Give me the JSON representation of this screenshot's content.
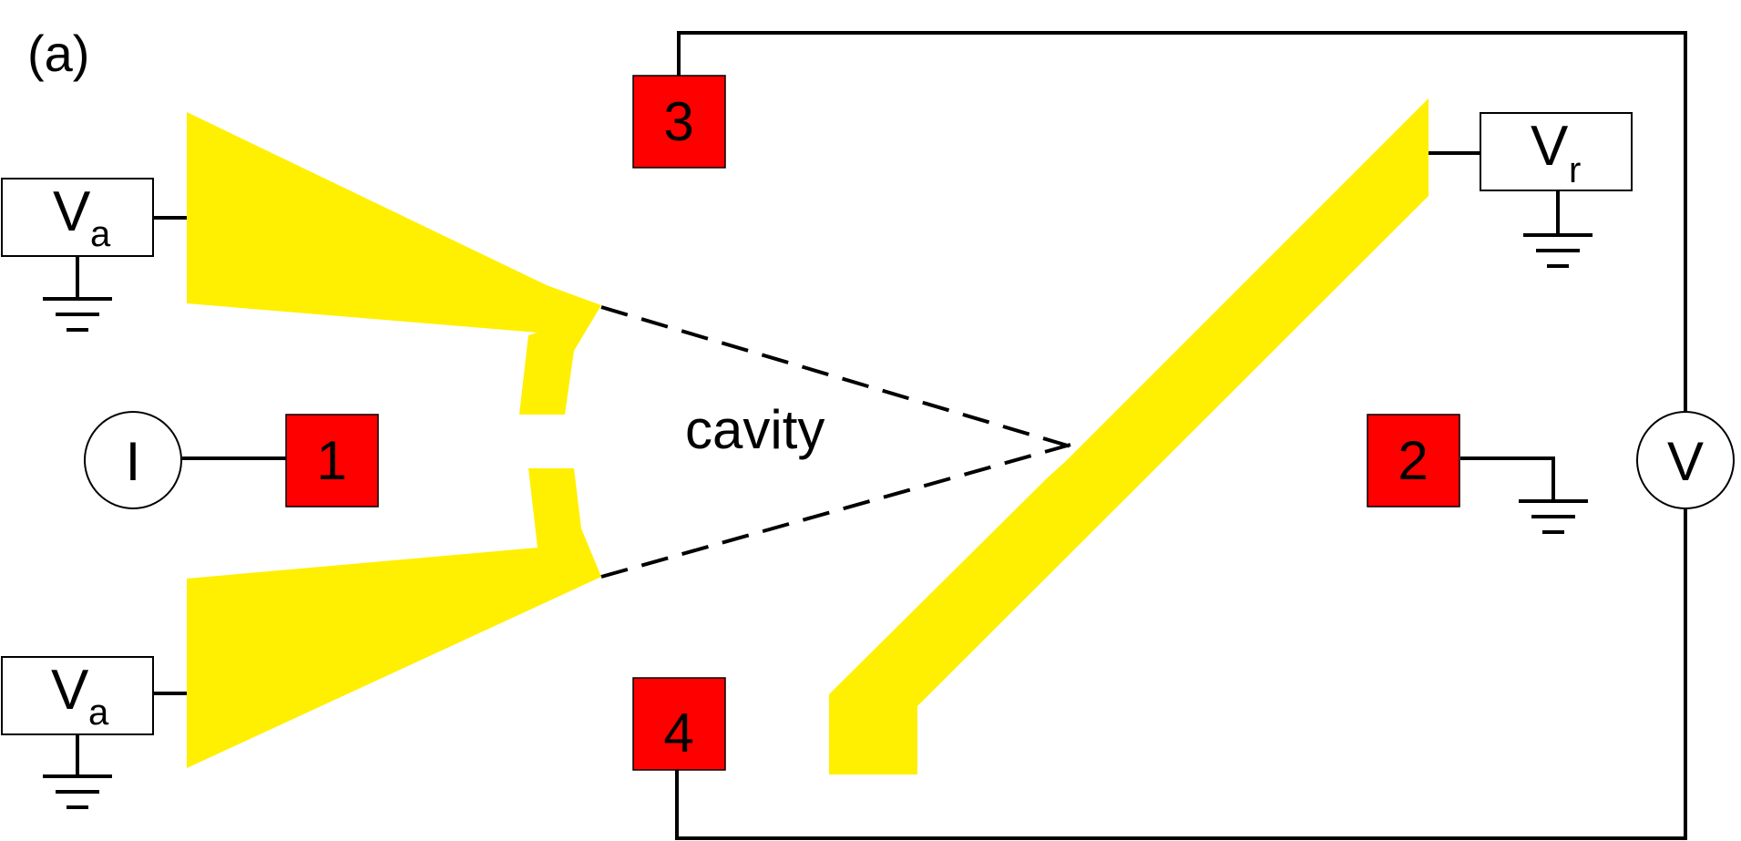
{
  "panel_label": "(a)",
  "cavity_label": "cavity",
  "contacts": {
    "c1": "1",
    "c2": "2",
    "c3": "3",
    "c4": "4"
  },
  "sources": {
    "top_left": {
      "main": "V",
      "sub": "a"
    },
    "bottom_left": {
      "main": "V",
      "sub": "a"
    },
    "right": {
      "main": "V",
      "sub": "r"
    }
  },
  "meters": {
    "current": "I",
    "voltage": "V"
  },
  "colors": {
    "gate": "#ffef00",
    "contact": "#ff0000",
    "line": "#000000",
    "background": "#ffffff"
  }
}
